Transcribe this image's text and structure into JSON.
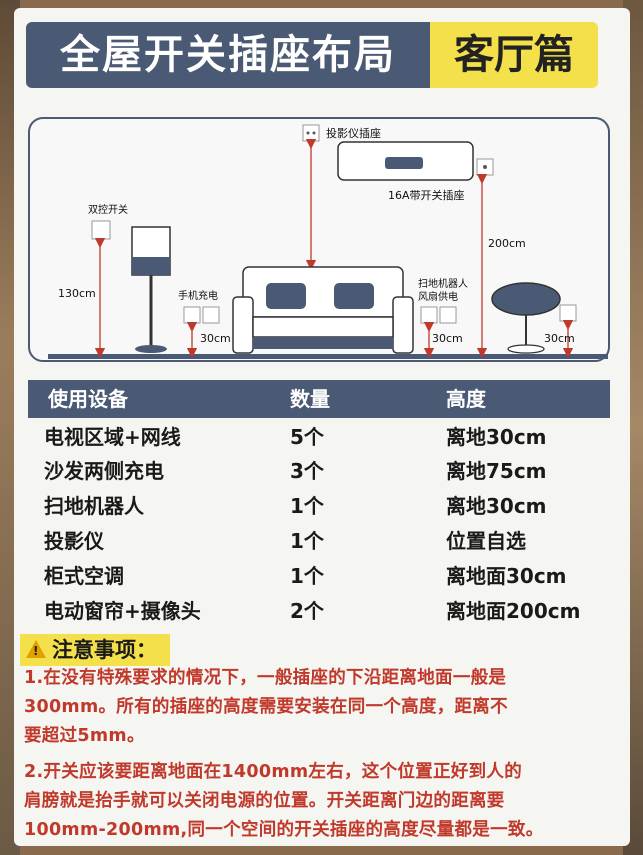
{
  "title": {
    "main": "全屋开关插座布局",
    "highlight": "客厅篇"
  },
  "diagram": {
    "projector_socket": "投影仪插座",
    "ac_socket": "16A带开关插座",
    "dual_switch": "双控开关",
    "phone_charge": "手机充电",
    "robot_fan": [
      "扫地机器人",
      "风扇供电"
    ],
    "h_130": "130cm",
    "h_200": "200cm",
    "h_30_a": "30cm",
    "h_30_b": "30cm",
    "h_30_c": "30cm"
  },
  "table": {
    "headers": [
      "使用设备",
      "数量",
      "高度"
    ],
    "rows": [
      {
        "device": "电视区域+网线",
        "qty": "5个",
        "height": "离地30cm"
      },
      {
        "device": "沙发两侧充电",
        "qty": "3个",
        "height": "离地75cm"
      },
      {
        "device": "扫地机器人",
        "qty": "1个",
        "height": "离地30cm"
      },
      {
        "device": "投影仪",
        "qty": "1个",
        "height": "位置自选"
      },
      {
        "device": "柜式空调",
        "qty": "1个",
        "height": "离地面30cm"
      },
      {
        "device": "电动窗帘+摄像头",
        "qty": "2个",
        "height": "离地面200cm"
      }
    ]
  },
  "notes": {
    "title": "注意事项：",
    "items": [
      [
        "1.在没有特殊要求的情况下，一般插座的下沿距离地面一般是",
        "300mm。所有的插座的高度需要安装在同一个高度，距离不",
        "要超过5mm。"
      ],
      [
        "2.开关应该要距离地面在1400mm左右，这个位置正好到人的",
        "肩膀就是抬手就可以关闭电源的位置。开关距离门边的距离要",
        "100mm-200mm,同一个空间的开关插座的高度尽量都是一致。"
      ]
    ]
  },
  "colors": {
    "header_bg": "#4a5a75",
    "accent_yellow": "#f4e04a",
    "note_red": "#c0392b",
    "arrow_red": "#c0392b"
  }
}
